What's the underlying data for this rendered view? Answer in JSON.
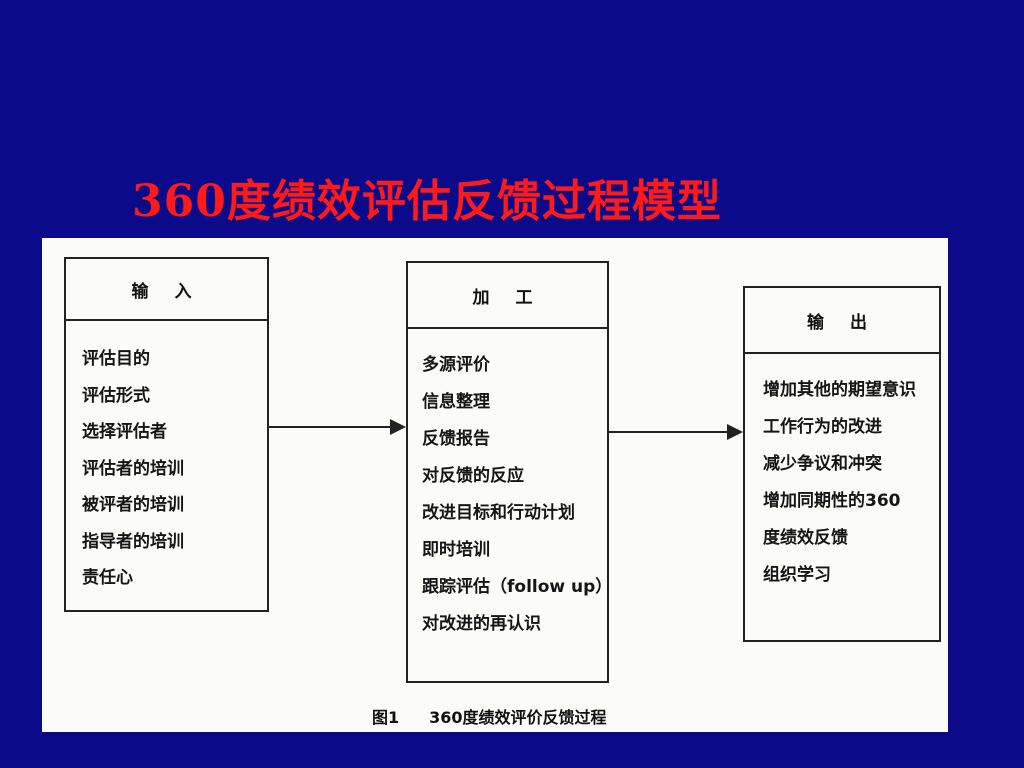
{
  "title": "360度绩效评估反馈过程模型",
  "figure": {
    "boxes": [
      {
        "heading": "输 入",
        "items": [
          "评估目的",
          "评估形式",
          "选择评估者",
          "评估者的培训",
          "被评者的培训",
          "指导者的培训",
          "责任心"
        ]
      },
      {
        "heading": "加 工",
        "items": [
          "多源评价",
          "信息整理",
          "反馈报告",
          "对反馈的反应",
          "改进目标和行动计划",
          "即时培训",
          "跟踪评估（follow up）",
          "对改进的再认识"
        ]
      },
      {
        "heading": "输 出",
        "items": [
          "增加其他的期望意识",
          "工作行为的改进",
          "减少争议和冲突",
          "增加同期性的360",
          "度绩效反馈",
          "组织学习"
        ]
      }
    ],
    "caption_number": "图1",
    "caption_text": "360度绩效评价反馈过程"
  }
}
